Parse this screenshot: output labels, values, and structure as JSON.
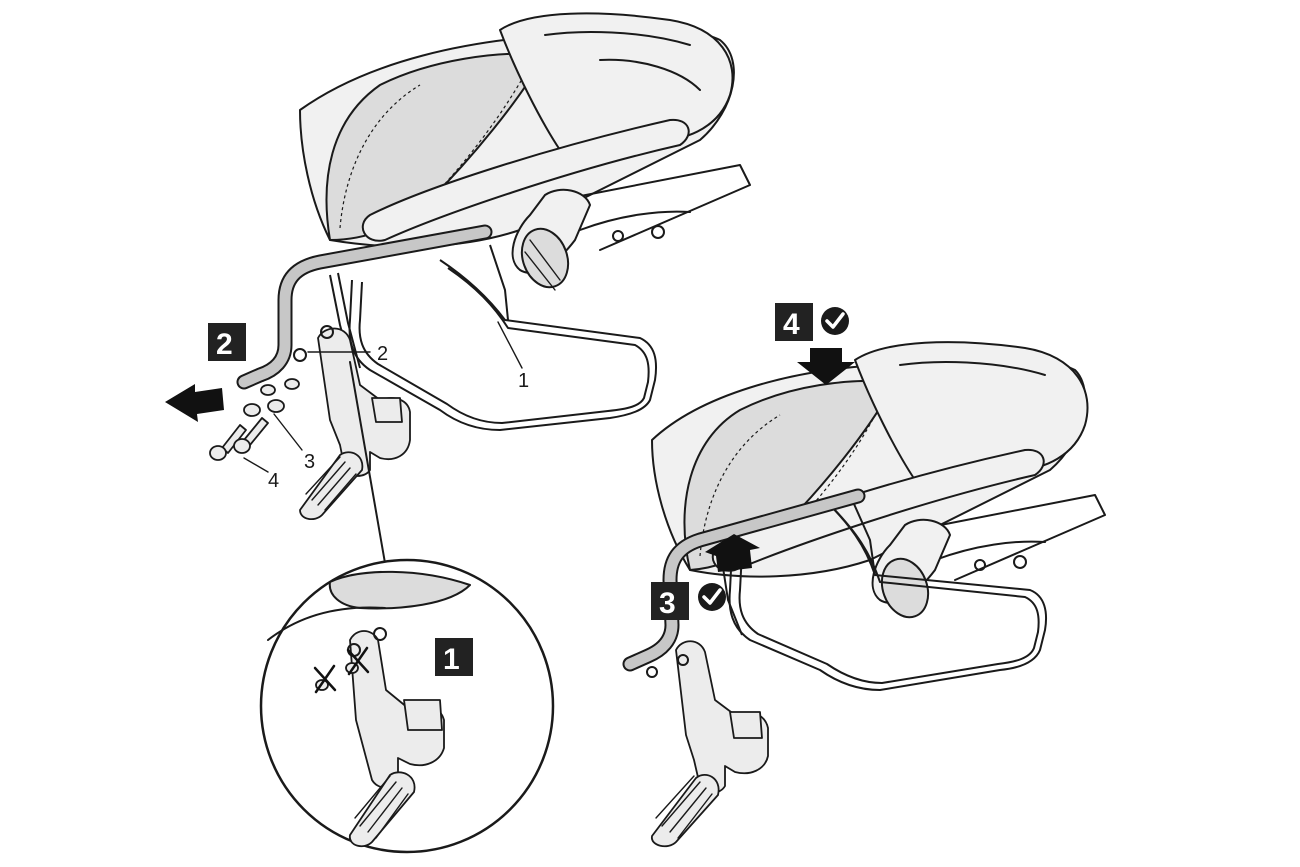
{
  "steps": {
    "step1": "1",
    "step2": "2",
    "step3": "3",
    "step4": "4"
  },
  "callouts": {
    "rack": "1",
    "bracket": "2",
    "washer": "3",
    "bolt": "4"
  },
  "colors": {
    "ink": "#1a1a1a",
    "badge": "#222222",
    "tube": "#c7c7c7"
  },
  "icons": [
    "check-icon",
    "push-arrow-icon",
    "remove-x-icon"
  ]
}
